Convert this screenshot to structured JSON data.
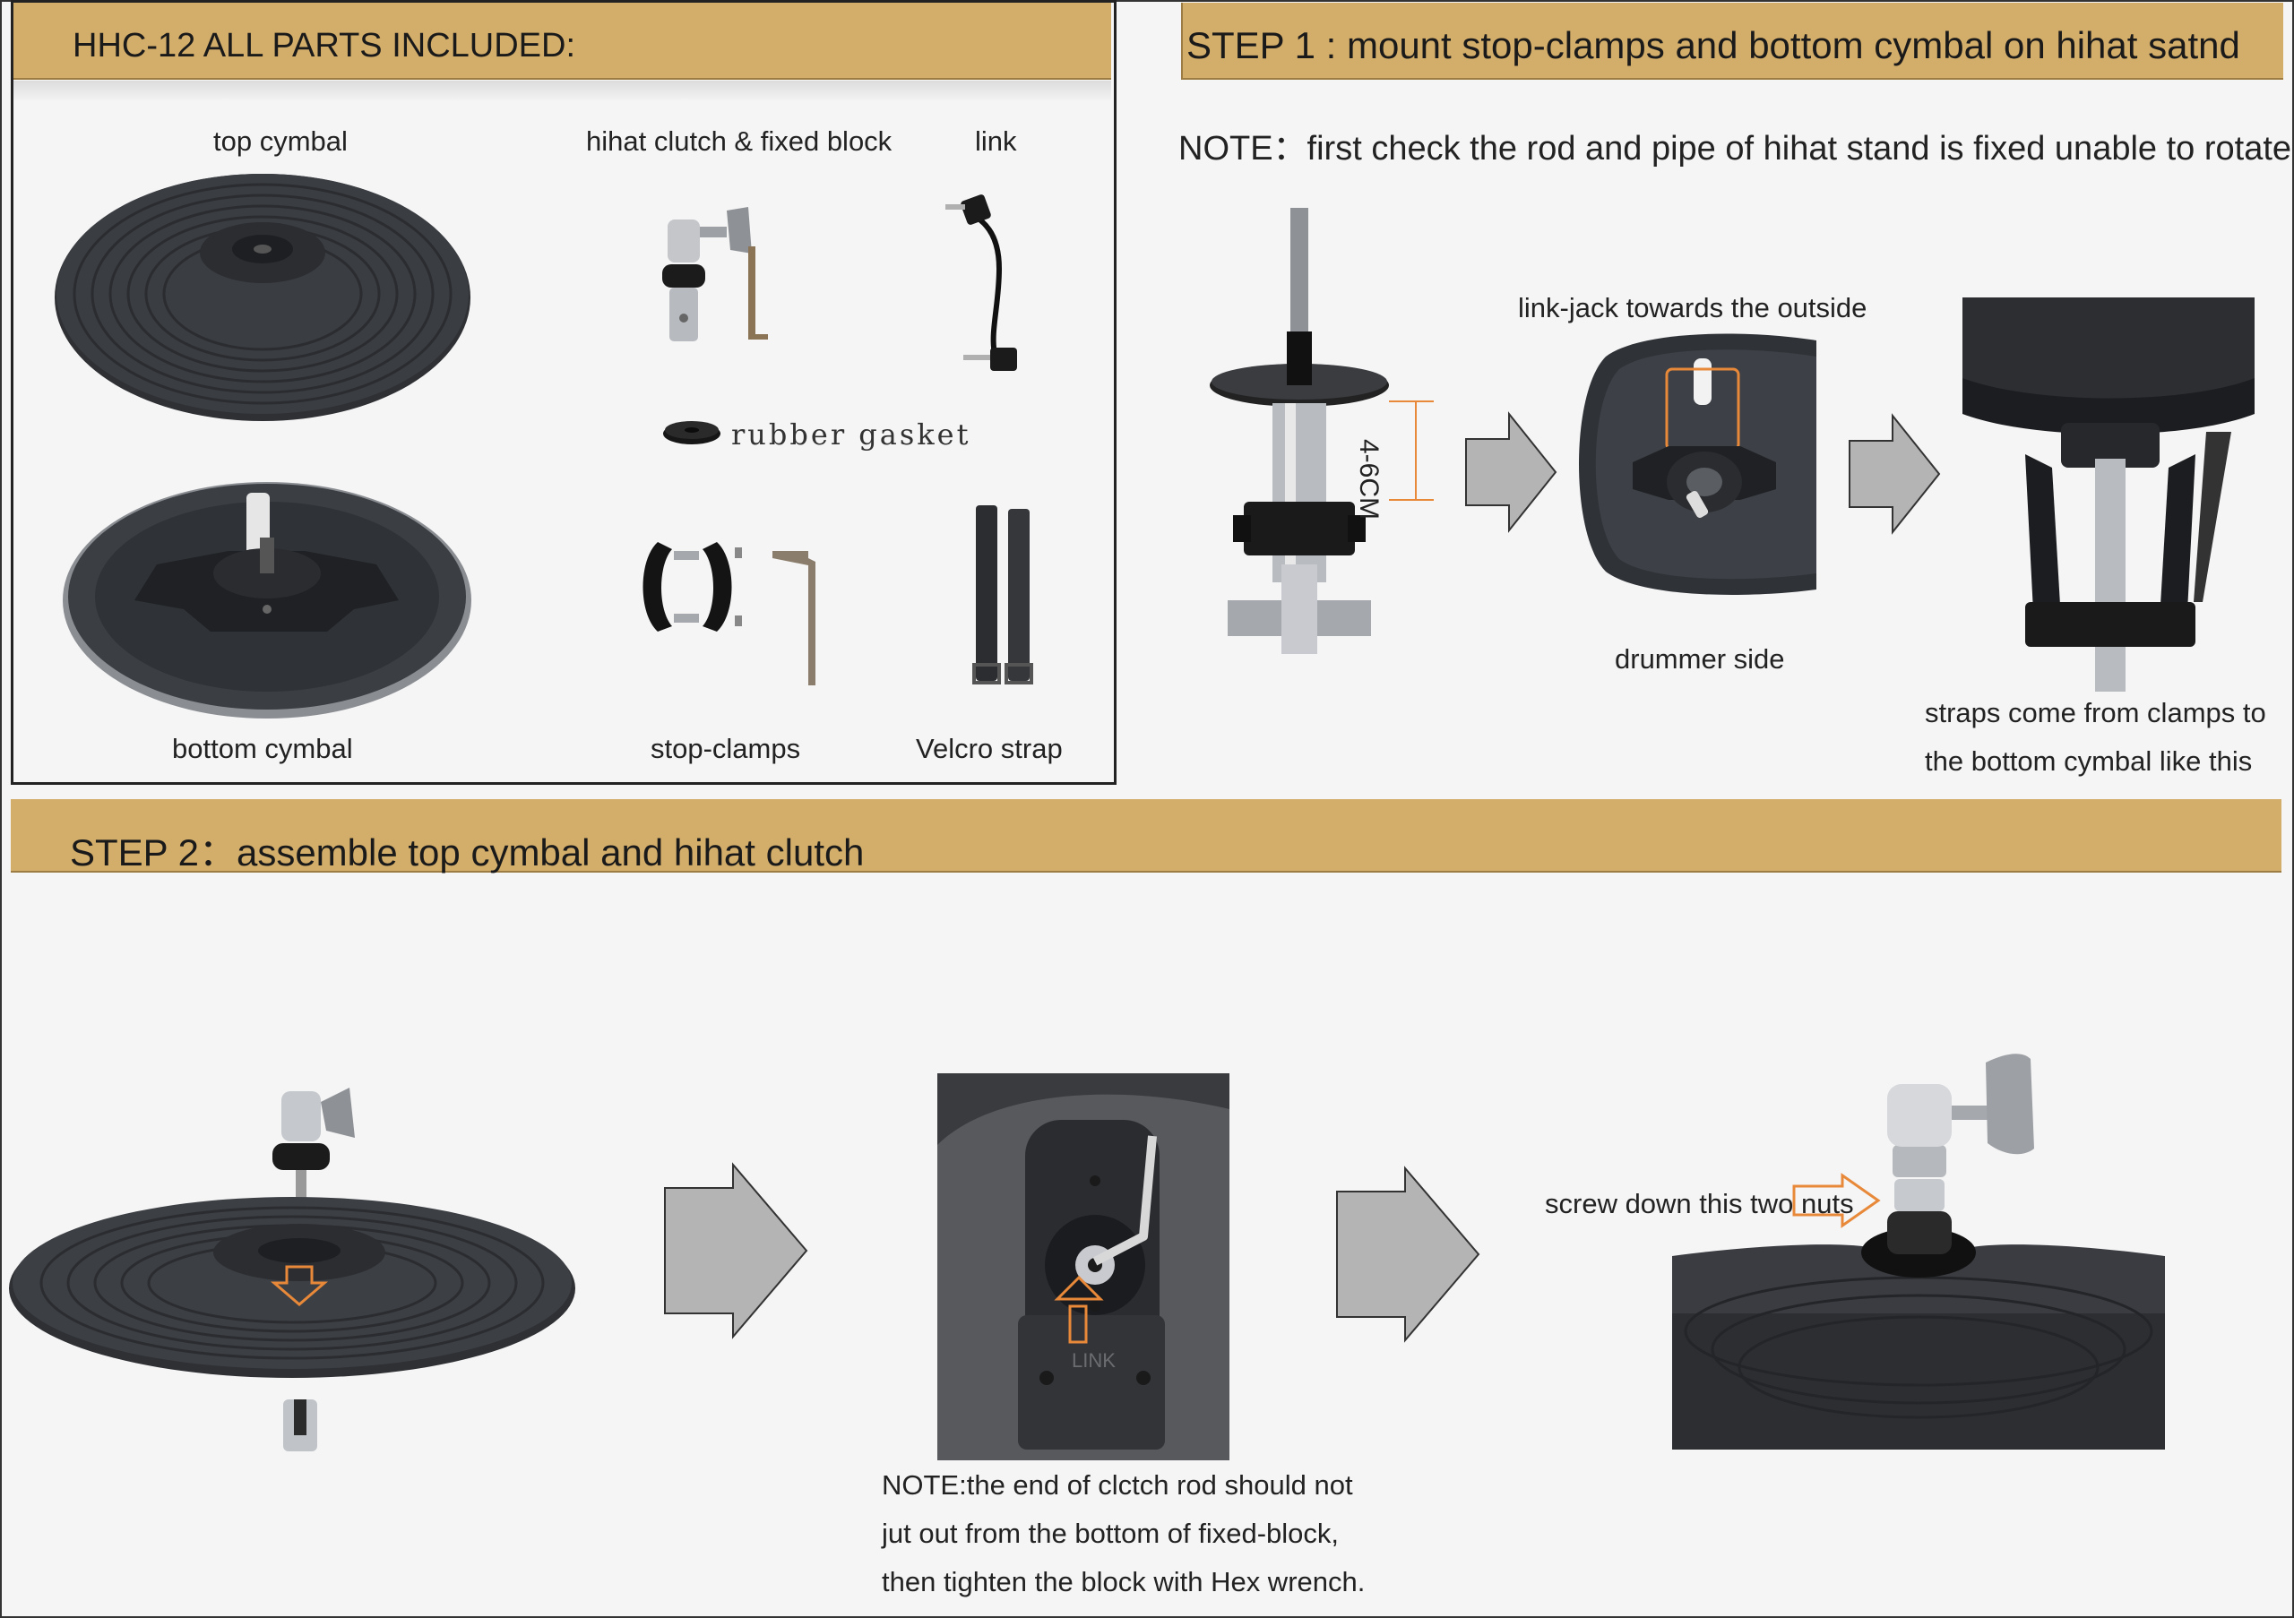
{
  "parts": {
    "title": "HHC-12 ALL PARTS INCLUDED:",
    "labels": {
      "top_cymbal": "top cymbal",
      "clutch": "hihat clutch & fixed block",
      "link": "link",
      "gasket": "rubber gasket",
      "bottom_cymbal": "bottom cymbal",
      "stop_clamps": "stop-clamps",
      "velcro": "Velcro strap"
    }
  },
  "step1": {
    "title": "STEP 1 : mount stop-clamps and bottom cymbal on hihat satnd",
    "note": "NOTE：first check the rod and pipe of hihat stand is fixed unable to rotate",
    "measure": "4-6CM",
    "link_jack": "link-jack towards the outside",
    "drummer_side": "drummer side",
    "straps_line1": "straps come from clamps to",
    "straps_line2": "the bottom cymbal like this"
  },
  "step2": {
    "title": "STEP 2：assemble top cymbal and hihat clutch",
    "note_line1": "NOTE:the end of clctch rod should not",
    "note_line2": "jut out from the bottom of fixed-block,",
    "note_line3": "then tighten the block with Hex wrench.",
    "screw": "screw down this two nuts",
    "plate_text": "LINK"
  },
  "colors": {
    "header": "#d3ad6a",
    "accent_orange": "#e8893a",
    "arrow_gray": "#b4b4b4"
  }
}
